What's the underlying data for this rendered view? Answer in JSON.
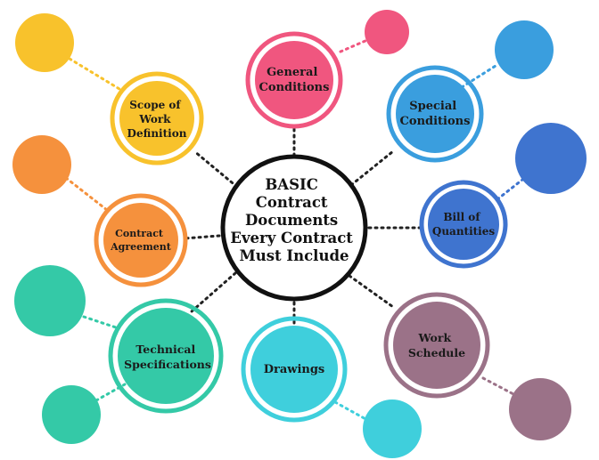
{
  "center": {
    "lines": [
      "BASIC",
      "Contract",
      "Documents",
      "Every Contract",
      "Must Include"
    ]
  },
  "nodes": [
    {
      "id": "general-conditions",
      "lines": [
        "General",
        "Conditions"
      ],
      "color": "#f0567f"
    },
    {
      "id": "special-conditions",
      "lines": [
        "Special",
        "Conditions"
      ],
      "color": "#3a9ede"
    },
    {
      "id": "bill-of-quantities",
      "lines": [
        "Bill of",
        "Quantities"
      ],
      "color": "#3f74cf"
    },
    {
      "id": "work-schedule",
      "lines": [
        "Work",
        "Schedule"
      ],
      "color": "#9b7288"
    },
    {
      "id": "drawings",
      "lines": [
        "Drawings"
      ],
      "color": "#3fcfdc"
    },
    {
      "id": "technical-specifications",
      "lines": [
        "Technical",
        "Specifications"
      ],
      "color": "#34c9a7"
    },
    {
      "id": "contract-agreement",
      "lines": [
        "Contract",
        "Agreement"
      ],
      "color": "#f5913d"
    },
    {
      "id": "scope-of-work-definition",
      "lines": [
        "Scope of",
        "Work",
        "Definition"
      ],
      "color": "#f8c22c"
    }
  ]
}
